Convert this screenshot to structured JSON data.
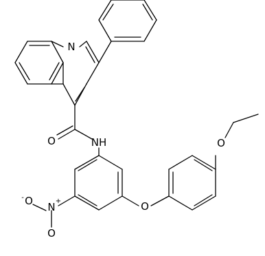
{
  "molecule": {
    "atoms": {
      "ring_N": "N",
      "amide_O": "O",
      "amide_N": "NH",
      "ether_O": "O",
      "ethoxy_O": "O",
      "nitro_N": "N",
      "nitro_N_charge": "+",
      "nitro_O_upper": "O",
      "nitro_O_upper_charge": "-",
      "nitro_O_lower": "O"
    }
  }
}
